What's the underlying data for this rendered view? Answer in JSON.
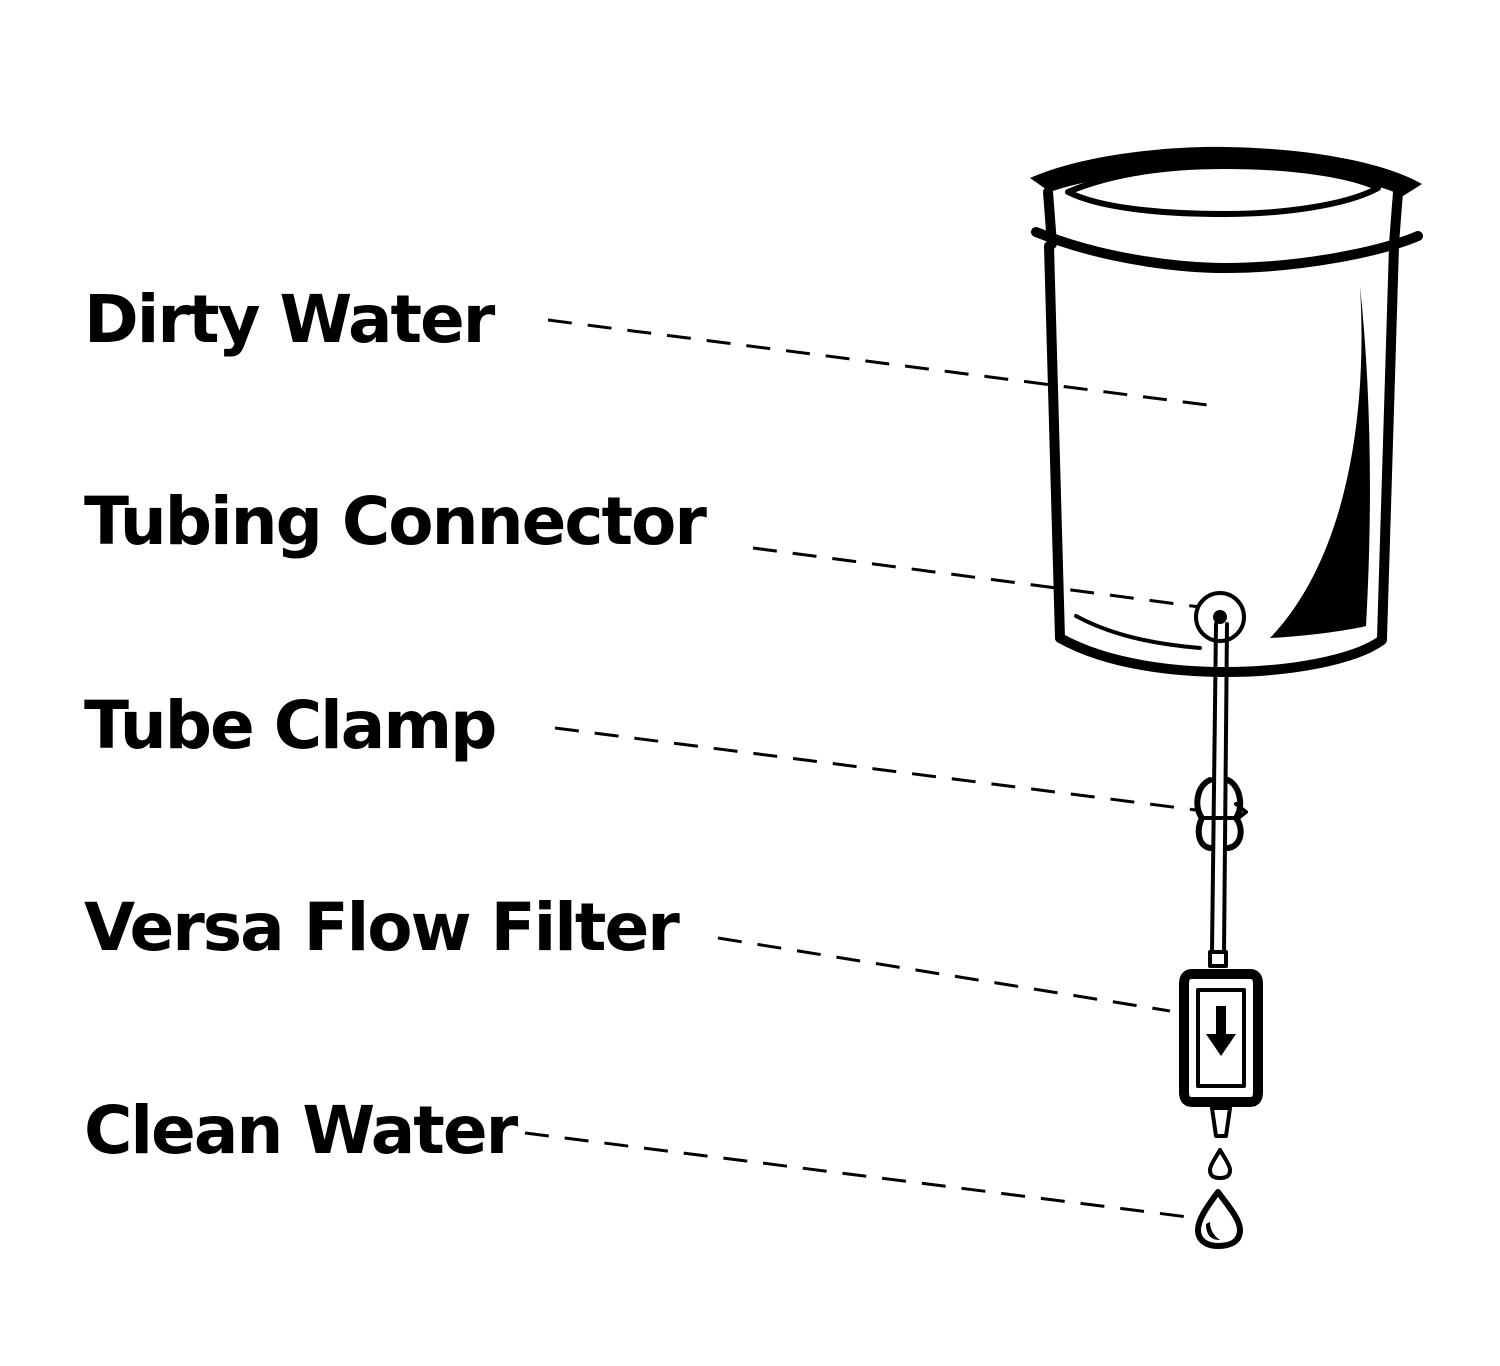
{
  "labels": {
    "dirty_water": "Dirty Water",
    "tubing_connector": "Tubing Connector",
    "tube_clamp": "Tube Clamp",
    "versa_flow_filter": "Versa Flow Filter",
    "clean_water": "Clean Water"
  },
  "icons": {
    "bucket": "bucket-icon",
    "connector": "tubing-connector-icon",
    "tube": "tube-icon",
    "clamp": "tube-clamp-icon",
    "filter": "filter-icon",
    "arrow": "arrow-down-icon",
    "nozzle": "nozzle-icon",
    "drops": "water-drop-icon"
  },
  "colors": {
    "ink": "#000000",
    "background": "#ffffff"
  }
}
